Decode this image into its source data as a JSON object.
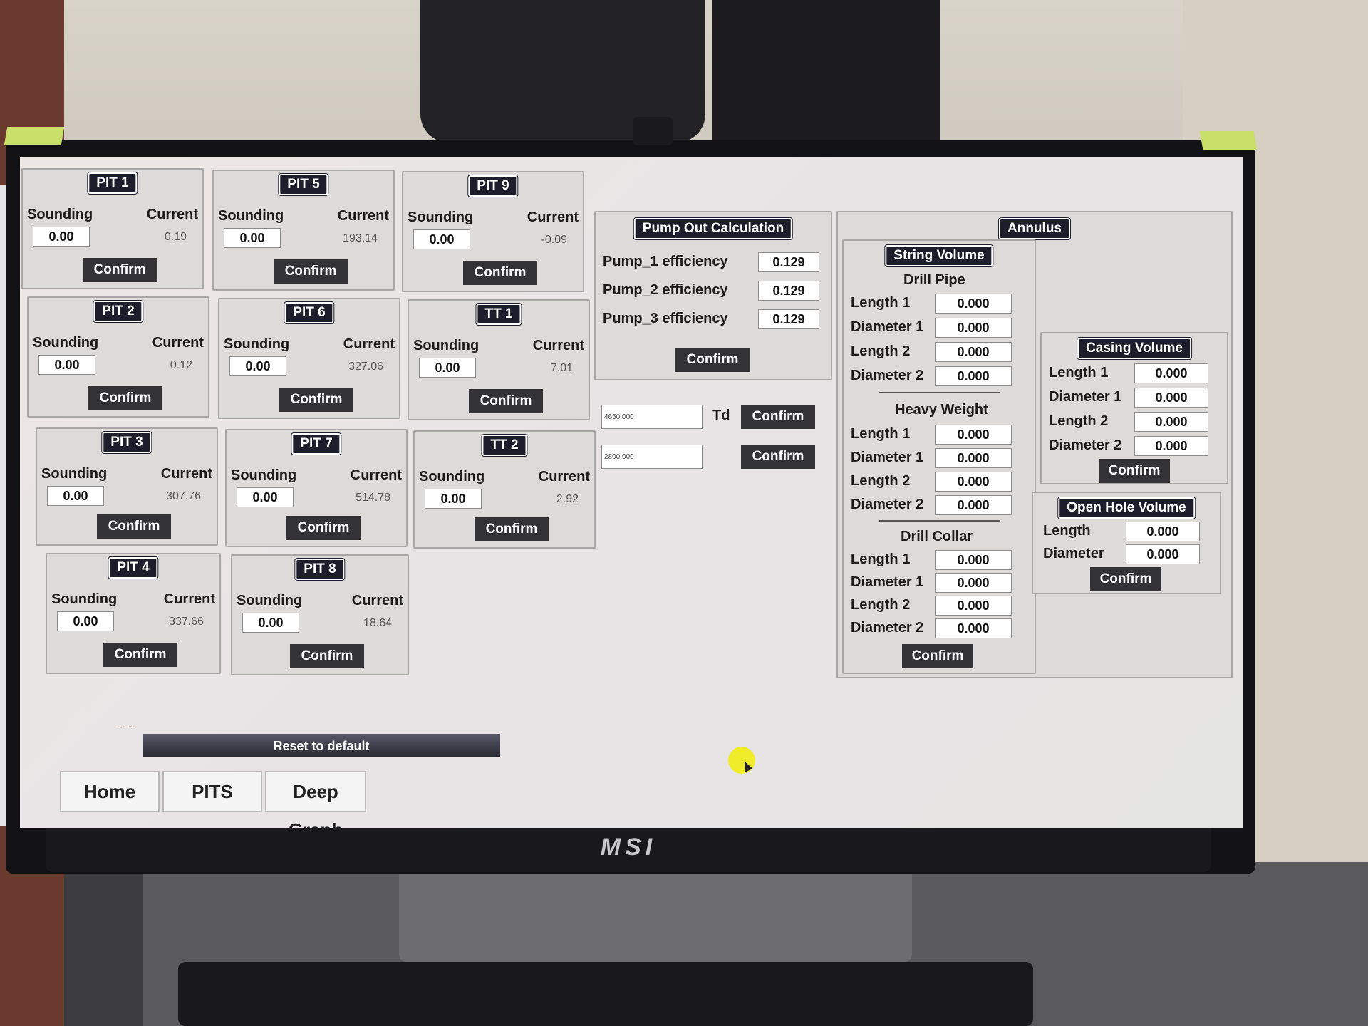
{
  "pits": [
    {
      "name": "PIT 1",
      "sounding_label": "Sounding",
      "current_label": "Current",
      "sounding": "0.00",
      "current": "0.19",
      "confirm": "Confirm"
    },
    {
      "name": "PIT 5",
      "sounding_label": "Sounding",
      "current_label": "Current",
      "sounding": "0.00",
      "current": "193.14",
      "confirm": "Confirm"
    },
    {
      "name": "PIT 9",
      "sounding_label": "Sounding",
      "current_label": "Current",
      "sounding": "0.00",
      "current": "-0.09",
      "confirm": "Confirm"
    },
    {
      "name": "PIT 2",
      "sounding_label": "Sounding",
      "current_label": "Current",
      "sounding": "0.00",
      "current": "0.12",
      "confirm": "Confirm"
    },
    {
      "name": "PIT 6",
      "sounding_label": "Sounding",
      "current_label": "Current",
      "sounding": "0.00",
      "current": "327.06",
      "confirm": "Confirm"
    },
    {
      "name": "TT 1",
      "sounding_label": "Sounding",
      "current_label": "Current",
      "sounding": "0.00",
      "current": "7.01",
      "confirm": "Confirm"
    },
    {
      "name": "PIT 3",
      "sounding_label": "Sounding",
      "current_label": "Current",
      "sounding": "0.00",
      "current": "307.76",
      "confirm": "Confirm"
    },
    {
      "name": "PIT 7",
      "sounding_label": "Sounding",
      "current_label": "Current",
      "sounding": "0.00",
      "current": "514.78",
      "confirm": "Confirm"
    },
    {
      "name": "TT 2",
      "sounding_label": "Sounding",
      "current_label": "Current",
      "sounding": "0.00",
      "current": "2.92",
      "confirm": "Confirm"
    },
    {
      "name": "PIT 4",
      "sounding_label": "Sounding",
      "current_label": "Current",
      "sounding": "0.00",
      "current": "337.66",
      "confirm": "Confirm"
    },
    {
      "name": "PIT 8",
      "sounding_label": "Sounding",
      "current_label": "Current",
      "sounding": "0.00",
      "current": "18.64",
      "confirm": "Confirm"
    }
  ],
  "pump": {
    "title": "Pump Out Calculation",
    "rows": [
      {
        "label": "Pump_1 efficiency",
        "value": "0.129"
      },
      {
        "label": "Pump_2 efficiency",
        "value": "0.129"
      },
      {
        "label": "Pump_3 efficiency",
        "value": "0.129"
      }
    ],
    "confirm": "Confirm",
    "field1": "4650.000",
    "td_label": "Td",
    "confirm1": "Confirm",
    "field2": "2800.000",
    "confirm2": "Confirm"
  },
  "annulus": {
    "title": "Annulus",
    "string_volume": {
      "title": "String Volume",
      "drill_pipe": {
        "title": "Drill Pipe",
        "rows": [
          {
            "label": "Length 1",
            "value": "0.000"
          },
          {
            "label": "Diameter 1",
            "value": "0.000"
          },
          {
            "label": "Length 2",
            "value": "0.000"
          },
          {
            "label": "Diameter 2",
            "value": "0.000"
          }
        ]
      },
      "heavy_weight": {
        "title": "Heavy Weight",
        "rows": [
          {
            "label": "Length 1",
            "value": "0.000"
          },
          {
            "label": "Diameter 1",
            "value": "0.000"
          },
          {
            "label": "Length 2",
            "value": "0.000"
          },
          {
            "label": "Diameter 2",
            "value": "0.000"
          }
        ]
      },
      "drill_collar": {
        "title": "Drill Collar",
        "rows": [
          {
            "label": "Length 1",
            "value": "0.000"
          },
          {
            "label": "Diameter 1",
            "value": "0.000"
          },
          {
            "label": "Length 2",
            "value": "0.000"
          },
          {
            "label": "Diameter 2",
            "value": "0.000"
          }
        ]
      },
      "confirm": "Confirm"
    },
    "casing_volume": {
      "title": "Casing Volume",
      "rows": [
        {
          "label": "Length 1",
          "value": "0.000"
        },
        {
          "label": "Diameter 1",
          "value": "0.000"
        },
        {
          "label": "Length 2",
          "value": "0.000"
        },
        {
          "label": "Diameter 2",
          "value": "0.000"
        }
      ],
      "confirm": "Confirm"
    },
    "open_hole_volume": {
      "title": "Open Hole Volume",
      "rows": [
        {
          "label": "Length",
          "value": "0.000"
        },
        {
          "label": "Diameter",
          "value": "0.000"
        }
      ],
      "confirm": "Confirm"
    }
  },
  "reset_label": "Reset to default",
  "tabs": [
    "Home",
    "PITS",
    "Deep Graph"
  ],
  "brand": "MSI",
  "colors": {
    "badge": "#1d1d2c",
    "button": "#333336",
    "panel": "#dddbd9"
  }
}
